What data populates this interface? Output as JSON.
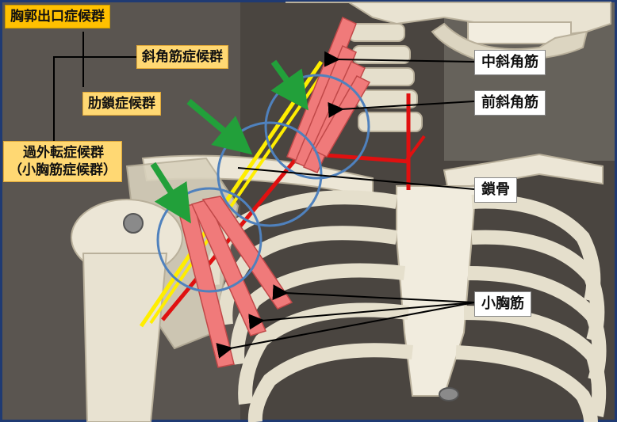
{
  "labels": {
    "title": "胸郭出口症候群",
    "scalene_syndrome": "斜角筋症候群",
    "costoclavicular_syndrome": "肋鎖症候群",
    "hyperabduction_line1": "過外転症候群",
    "hyperabduction_line2": "（小胸筋症候群）",
    "middle_scalene": "中斜角筋",
    "anterior_scalene": "前斜角筋",
    "clavicle": "鎖骨",
    "pectoralis_minor": "小胸筋"
  },
  "colors": {
    "frame": "#1f3a73",
    "background": "#4a4540",
    "bone": "#e9e3d2",
    "bone_shadow": "#b9b09b",
    "muscle": "#f07a7a",
    "muscle_edge": "#c04848",
    "circle": "#4f81bd",
    "arrow_green": "#22a03a",
    "nerve_yellow": "#ffee00",
    "artery_red": "#e01010",
    "pointer": "#000000",
    "label_yellow": "#ffd873",
    "label_gold": "#ffc000"
  }
}
